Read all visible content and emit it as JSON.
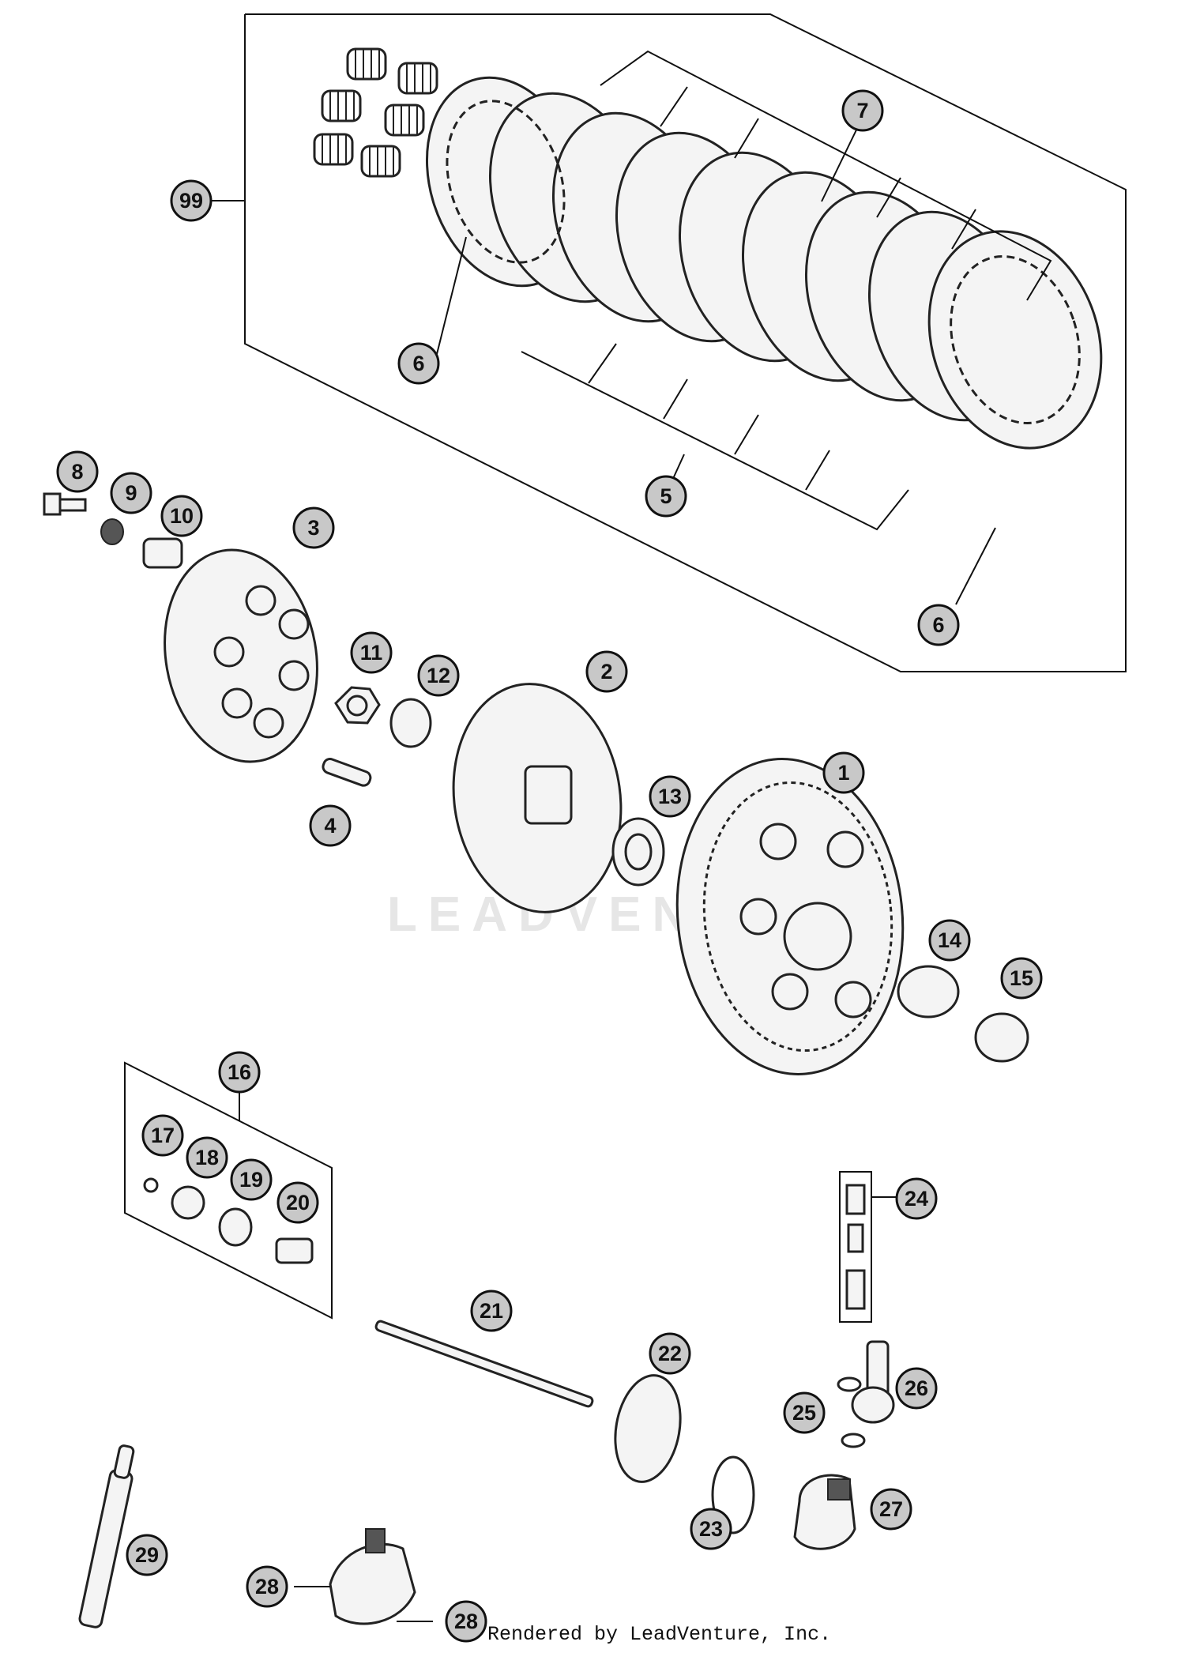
{
  "diagram": {
    "watermark": "LEADVENTURE",
    "footer": "Rendered by LeadVenture, Inc.",
    "callouts": [
      "99",
      "7",
      "6",
      "5",
      "6",
      "8",
      "9",
      "10",
      "3",
      "11",
      "12",
      "2",
      "4",
      "13",
      "1",
      "14",
      "15",
      "16",
      "17",
      "18",
      "19",
      "20",
      "24",
      "21",
      "22",
      "26",
      "25",
      "23",
      "27",
      "29",
      "28",
      "28"
    ]
  }
}
